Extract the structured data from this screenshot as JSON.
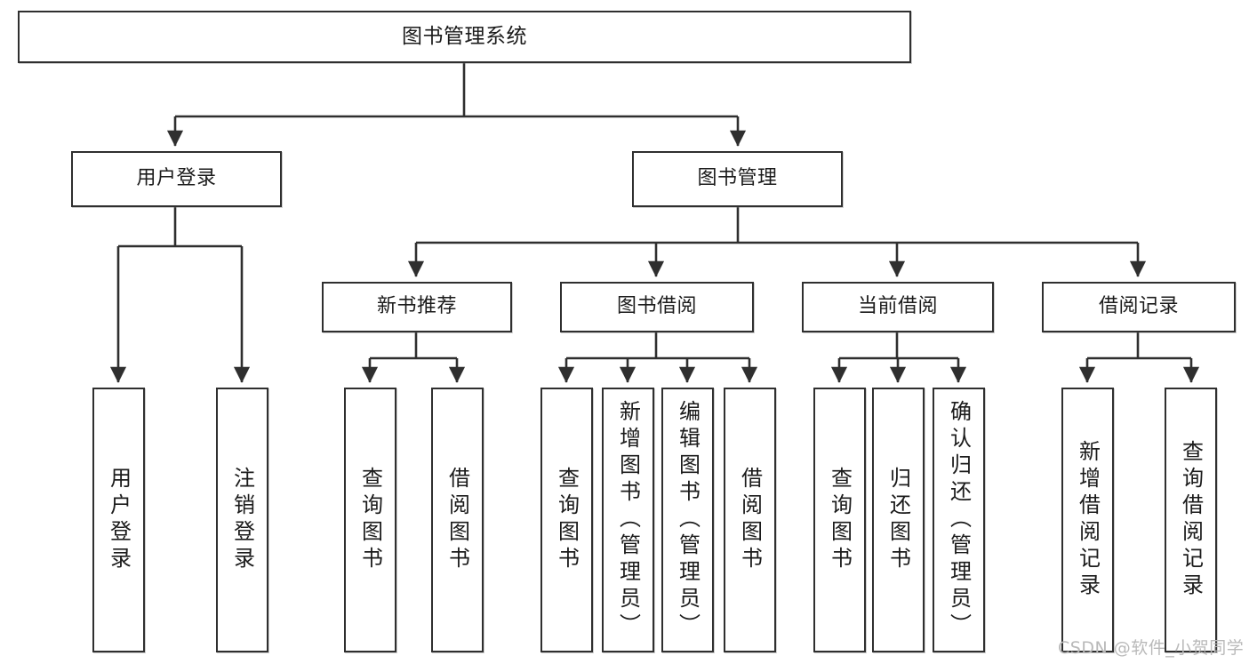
{
  "diagram": {
    "title_node": {
      "label": "图书管理系统"
    },
    "level2": [
      {
        "id": "user-login",
        "label": "用户登录"
      },
      {
        "id": "book-manage",
        "label": "图书管理"
      }
    ],
    "level3": [
      {
        "id": "new-book-rec",
        "label": "新书推荐"
      },
      {
        "id": "book-borrow",
        "label": "图书借阅"
      },
      {
        "id": "current-borrow",
        "label": "当前借阅"
      },
      {
        "id": "borrow-record",
        "label": "借阅记录"
      }
    ],
    "leaves": [
      {
        "id": "leaf-user-login",
        "label": "用户登录",
        "parent": "user-login"
      },
      {
        "id": "leaf-logout",
        "label": "注销登录",
        "parent": "user-login"
      },
      {
        "id": "leaf-query-book-1",
        "label": "查询图书",
        "parent": "new-book-rec"
      },
      {
        "id": "leaf-borrow-book-1",
        "label": "借阅图书",
        "parent": "new-book-rec"
      },
      {
        "id": "leaf-query-book-2",
        "label": "查询图书",
        "parent": "book-borrow"
      },
      {
        "id": "leaf-add-book",
        "label": "新增图书（管理员）",
        "parent": "book-borrow"
      },
      {
        "id": "leaf-edit-book",
        "label": "编辑图书（管理员）",
        "parent": "book-borrow"
      },
      {
        "id": "leaf-borrow-book-2",
        "label": "借阅图书",
        "parent": "book-borrow"
      },
      {
        "id": "leaf-query-book-3",
        "label": "查询图书",
        "parent": "current-borrow"
      },
      {
        "id": "leaf-return-book",
        "label": "归还图书",
        "parent": "current-borrow"
      },
      {
        "id": "leaf-confirm-return",
        "label": "确认归还（管理员）",
        "parent": "current-borrow"
      },
      {
        "id": "leaf-add-record",
        "label": "新增借阅记录",
        "parent": "borrow-record"
      },
      {
        "id": "leaf-query-record",
        "label": "查询借阅记录",
        "parent": "borrow-record"
      }
    ],
    "watermark": "CSDN @软件_小贺同学",
    "colors": {
      "stroke": "#2f2f2f",
      "node_fill": "#ffffff",
      "text": "#1b1b1b",
      "watermark": "#b9b9b9",
      "background": "#ffffff"
    }
  }
}
